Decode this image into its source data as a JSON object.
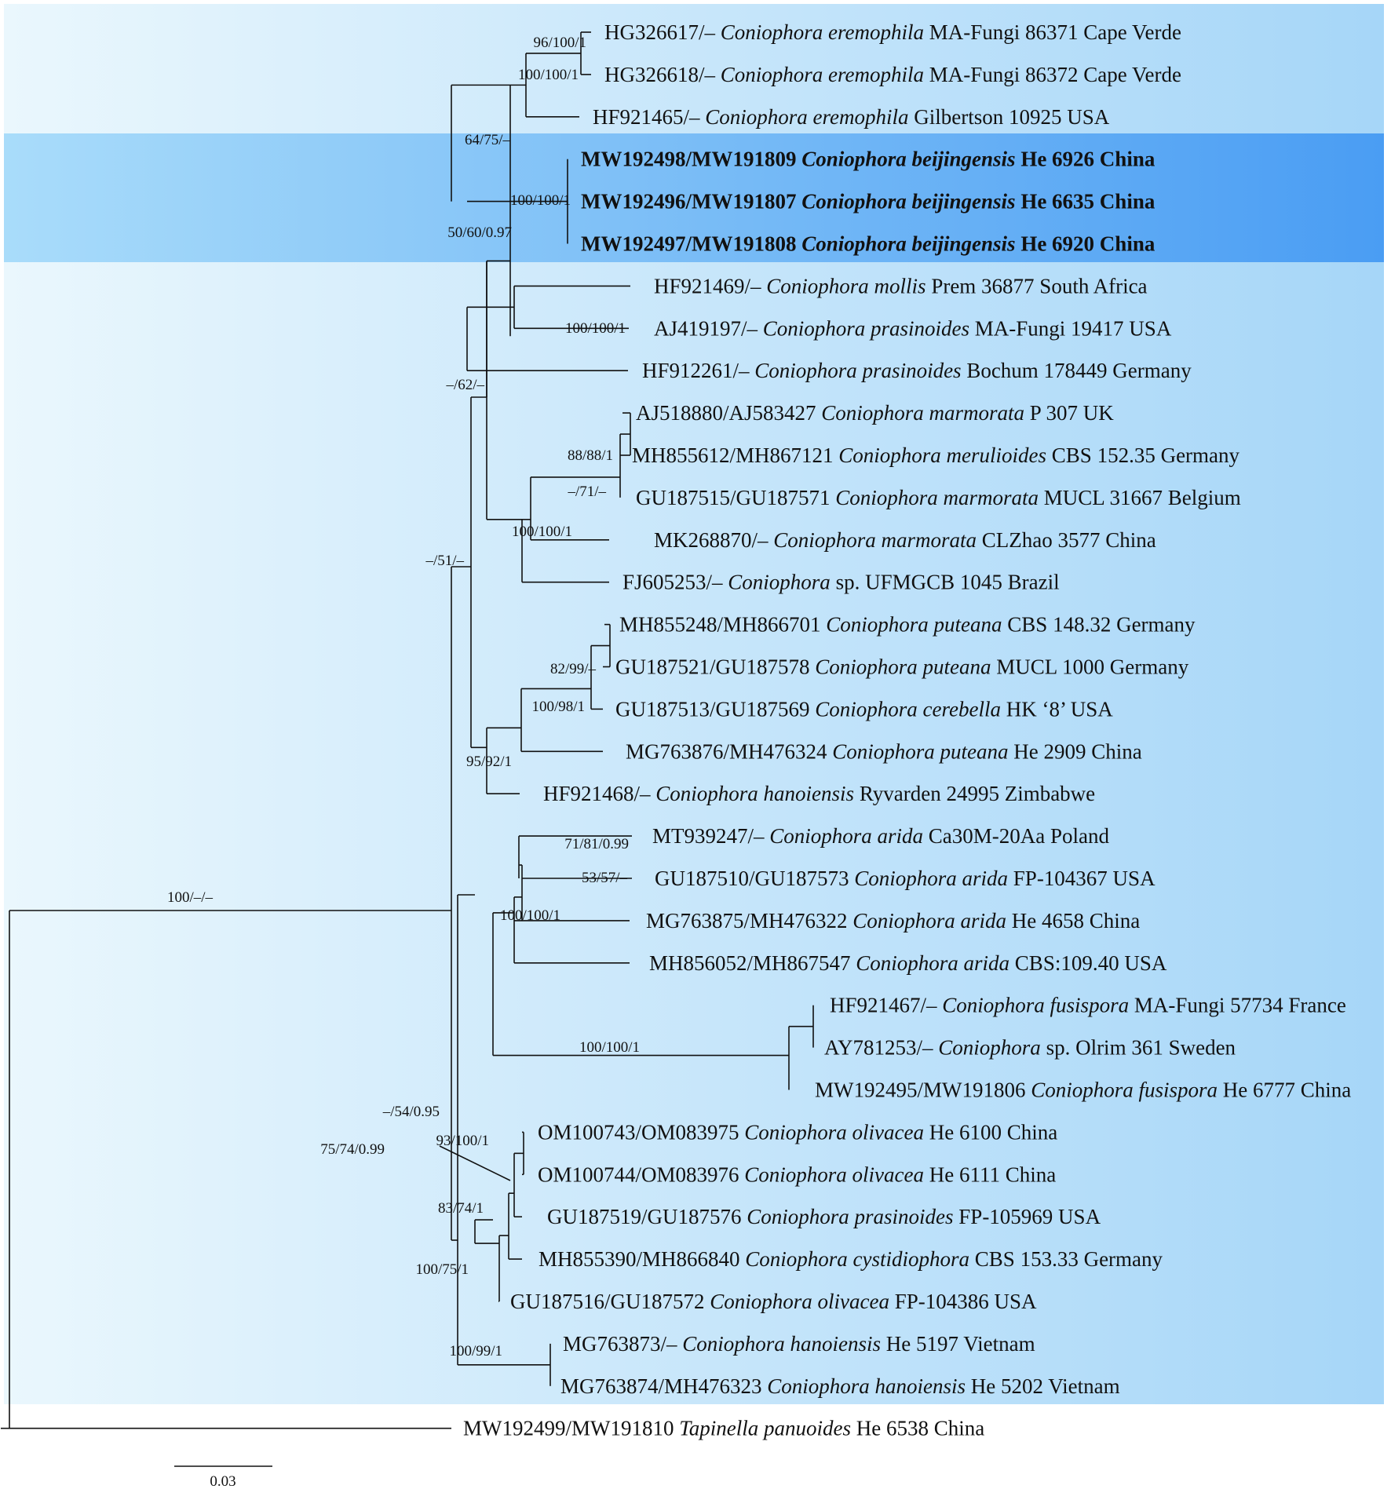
{
  "tree": {
    "colors": {
      "panel_light": "#eaf7fd",
      "panel_dark": "#a6d6f8",
      "highlight_light": "#a9dcfa",
      "highlight_dark": "#4a9df3",
      "line": "#111111"
    },
    "taxa": [
      {
        "acc": "HG326617/–",
        "species": "Coniophora eremophila",
        "voucher": "MA-Fungi 86371 Cape Verde",
        "bold": false
      },
      {
        "acc": "HG326618/–",
        "species": "Coniophora eremophila",
        "voucher": "MA-Fungi 86372 Cape Verde",
        "bold": false
      },
      {
        "acc": "HF921465/–",
        "species": "Coniophora eremophila",
        "voucher": "Gilbertson 10925 USA",
        "bold": false
      },
      {
        "acc": "MW192498/MW191809",
        "species": "Coniophora beijingensis",
        "voucher": "He 6926 China",
        "bold": true
      },
      {
        "acc": "MW192496/MW191807",
        "species": "Coniophora beijingensis",
        "voucher": "He 6635 China",
        "bold": true
      },
      {
        "acc": "MW192497/MW191808",
        "species": "Coniophora beijingensis",
        "voucher": "He 6920 China",
        "bold": true
      },
      {
        "acc": "HF921469/–",
        "species": "Coniophora mollis",
        "voucher": "Prem 36877 South Africa",
        "bold": false
      },
      {
        "acc": "AJ419197/–",
        "species": "Coniophora prasinoides",
        "voucher": "MA-Fungi 19417 USA",
        "bold": false
      },
      {
        "acc": "HF912261/–",
        "species": "Coniophora prasinoides",
        "voucher": "Bochum 178449 Germany",
        "bold": false
      },
      {
        "acc": "AJ518880/AJ583427",
        "species": "Coniophora marmorata",
        "voucher": "P 307 UK",
        "bold": false
      },
      {
        "acc": "MH855612/MH867121",
        "species": "Coniophora merulioides",
        "voucher": "CBS 152.35 Germany",
        "bold": false
      },
      {
        "acc": "GU187515/GU187571",
        "species": "Coniophora marmorata",
        "voucher": "MUCL 31667 Belgium",
        "bold": false
      },
      {
        "acc": "MK268870/–",
        "species": "Coniophora marmorata",
        "voucher": "CLZhao 3577 China",
        "bold": false
      },
      {
        "acc": "FJ605253/–",
        "species": "Coniophora",
        "voucher": "sp. UFMGCB 1045 Brazil",
        "bold": false
      },
      {
        "acc": "MH855248/MH866701",
        "species": "Coniophora puteana",
        "voucher": "CBS 148.32 Germany",
        "bold": false
      },
      {
        "acc": "GU187521/GU187578",
        "species": "Coniophora puteana",
        "voucher": "MUCL 1000 Germany",
        "bold": false
      },
      {
        "acc": "GU187513/GU187569",
        "species": "Coniophora cerebella",
        "voucher": "HK ‘8’ USA",
        "bold": false
      },
      {
        "acc": "MG763876/MH476324",
        "species": "Coniophora puteana",
        "voucher": "He 2909 China",
        "bold": false
      },
      {
        "acc": "HF921468/–",
        "species": "Coniophora hanoiensis",
        "voucher": "Ryvarden 24995 Zimbabwe",
        "bold": false
      },
      {
        "acc": "MT939247/–",
        "species": "Coniophora arida",
        "voucher": "Ca30M-20Aa Poland",
        "bold": false
      },
      {
        "acc": "GU187510/GU187573",
        "species": "Coniophora arida",
        "voucher": "FP-104367 USA",
        "bold": false
      },
      {
        "acc": "MG763875/MH476322",
        "species": "Coniophora arida",
        "voucher": "He 4658 China",
        "bold": false
      },
      {
        "acc": "MH856052/MH867547",
        "species": "Coniophora arida",
        "voucher": "CBS:109.40 USA",
        "bold": false
      },
      {
        "acc": "HF921467/–",
        "species": "Coniophora fusispora",
        "voucher": "MA-Fungi 57734 France",
        "bold": false
      },
      {
        "acc": "AY781253/–",
        "species": "Coniophora",
        "voucher": "sp. Olrim 361 Sweden",
        "bold": false
      },
      {
        "acc": "MW192495/MW191806",
        "species": "Coniophora fusispora",
        "voucher": "He 6777 China",
        "bold": false
      },
      {
        "acc": "OM100743/OM083975",
        "species": "Coniophora olivacea",
        "voucher": "He 6100 China",
        "bold": false
      },
      {
        "acc": "OM100744/OM083976",
        "species": "Coniophora olivacea",
        "voucher": "He 6111 China",
        "bold": false
      },
      {
        "acc": "GU187519/GU187576",
        "species": "Coniophora prasinoides",
        "voucher": "FP-105969 USA",
        "bold": false
      },
      {
        "acc": "MH855390/MH866840",
        "species": "Coniophora cystidiophora",
        "voucher": "CBS 153.33 Germany",
        "bold": false
      },
      {
        "acc": "GU187516/GU187572",
        "species": "Coniophora olivacea",
        "voucher": "FP-104386 USA",
        "bold": false
      },
      {
        "acc": "MG763873/–",
        "species": "Coniophora hanoiensis",
        "voucher": "He 5197 Vietnam",
        "bold": false
      },
      {
        "acc": "MG763874/MH476323",
        "species": "Coniophora hanoiensis",
        "voucher": "He 5202 Vietnam",
        "bold": false
      },
      {
        "acc": "MW192499/MW191810",
        "species": "Tapinella panuoides",
        "voucher": "He 6538 China",
        "bold": false
      }
    ],
    "supports": [
      "96/100/1",
      "100/100/1",
      "64/75/–",
      "100/100/1",
      "50/60/0.97",
      "100/100/1",
      "–/62/–",
      "88/88/1",
      "–/71/–",
      "100/100/1",
      "–/51/–",
      "82/99/–",
      "100/98/1",
      "95/92/1",
      "100/–/–",
      "71/81/0.99",
      "53/57/–",
      "100/100/1",
      "100/100/1",
      "–/54/0.95",
      "93/100/1",
      "75/74/0.99",
      "83/74/1",
      "100/75/1",
      "100/99/1"
    ],
    "scale_bar": "0.03"
  }
}
